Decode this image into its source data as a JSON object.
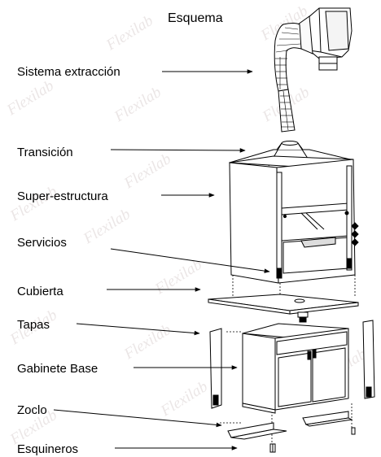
{
  "title": "Esquema",
  "labels": {
    "sistema_extraccion": "Sistema extracción",
    "transicion": "Transición",
    "super_estructura": "Super-estructura",
    "servicios": "Servicios",
    "cubierta": "Cubierta",
    "tapas": "Tapas",
    "gabinete_base": "Gabinete Base",
    "zoclo": "Zoclo",
    "esquineros": "Esquineros"
  },
  "watermark": "Flexilab"
}
